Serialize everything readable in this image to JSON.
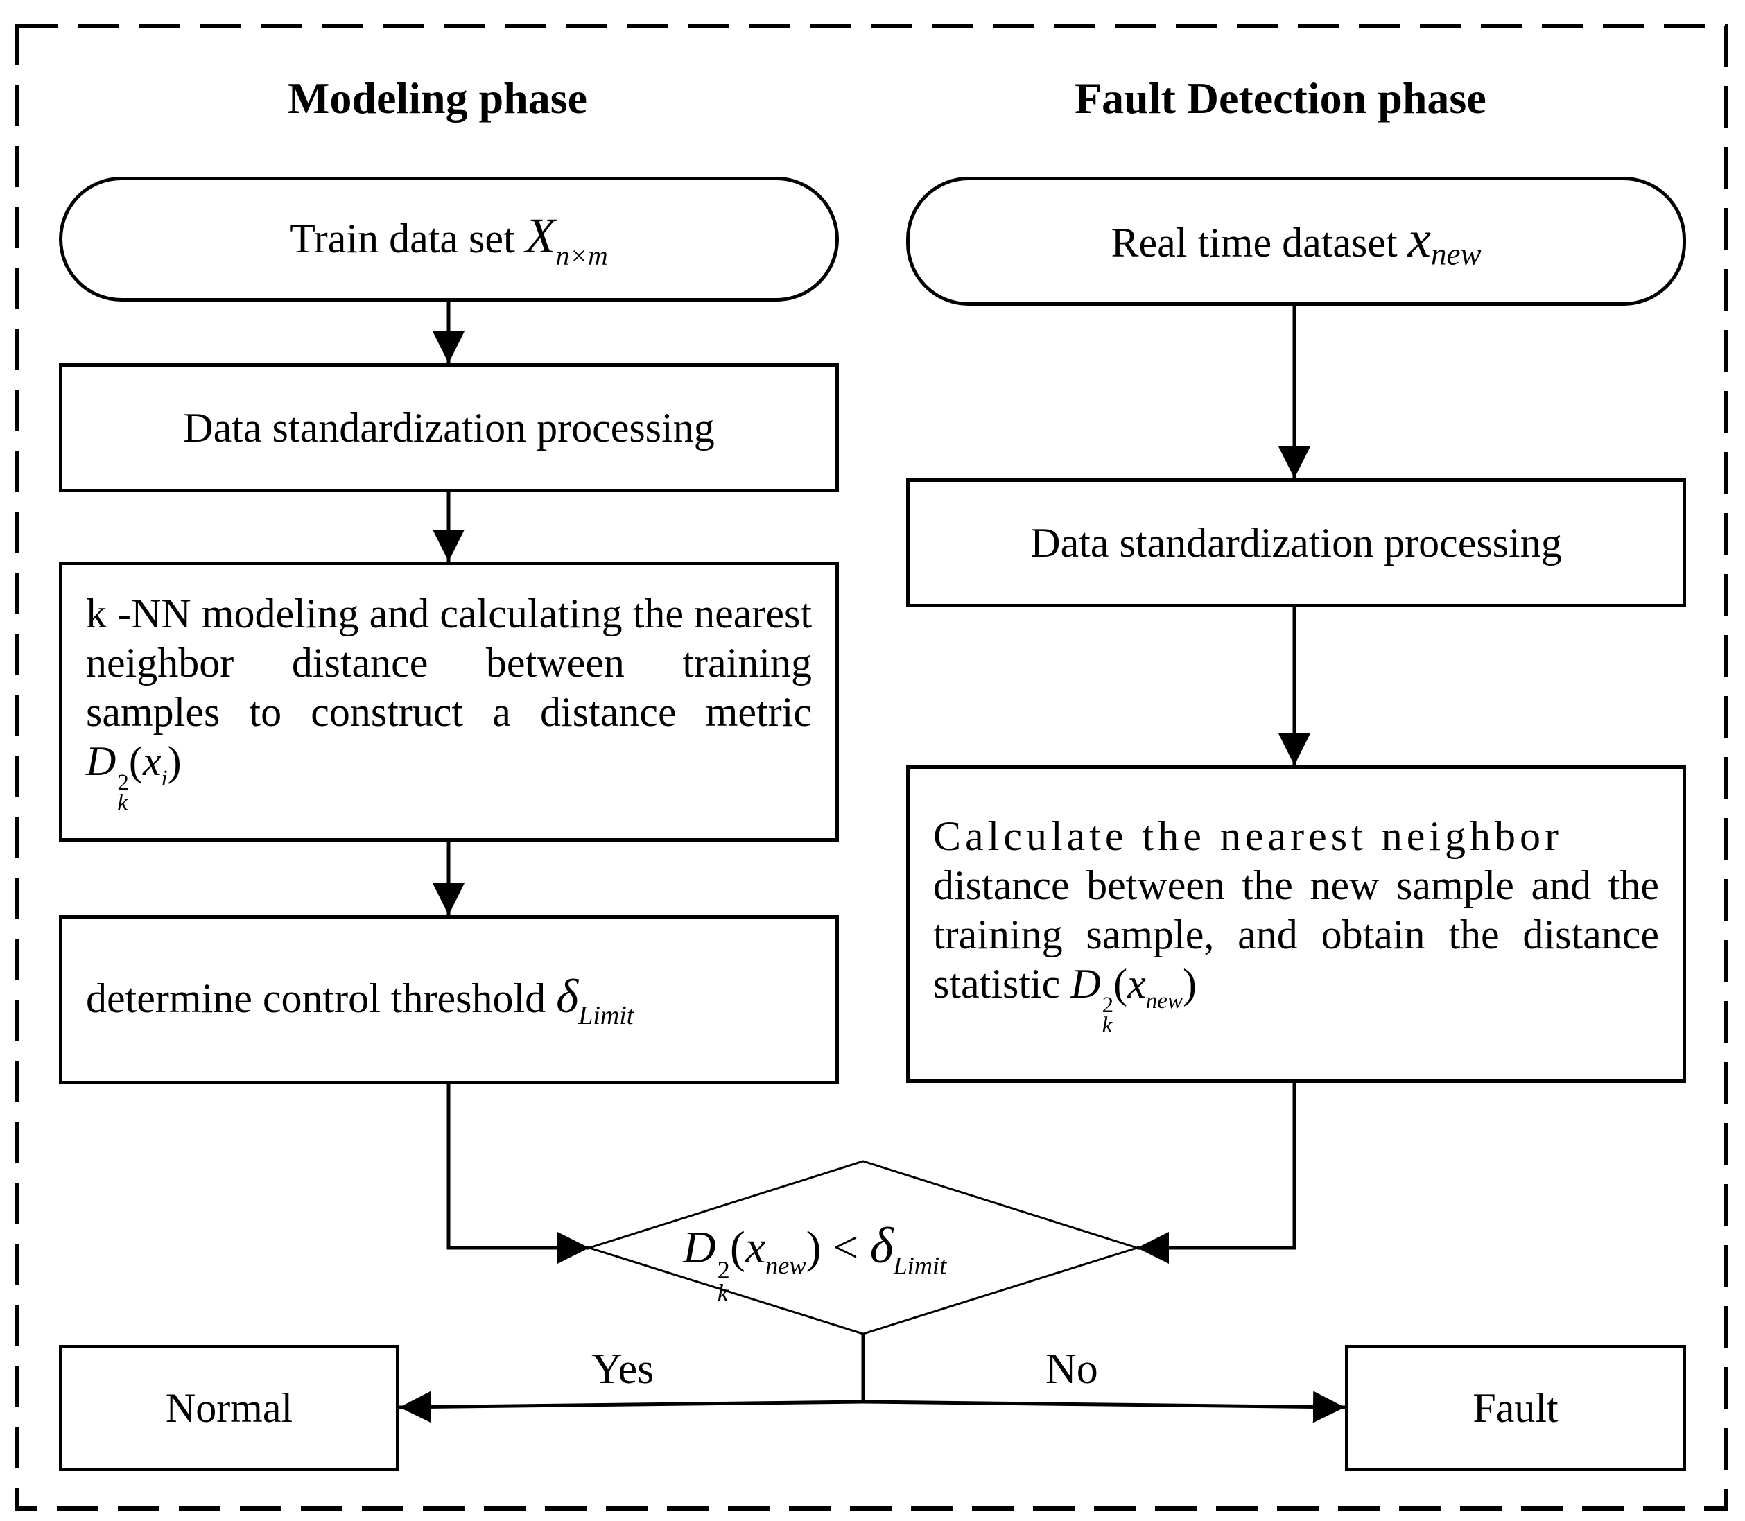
{
  "phases": {
    "modeling": "Modeling phase",
    "detection": "Fault Detection phase"
  },
  "modeling": {
    "train_data": {
      "text": "Train data set ",
      "var": "X",
      "sub": "n×m"
    },
    "standardize": "Data standardization processing",
    "knn": {
      "text": "k -NN modeling and calculating the nearest neighbor distance between training samples to construct a distance metric ",
      "var": "D",
      "sup": "2",
      "sub": "k",
      "arg_var": "x",
      "arg_sub": "i"
    },
    "threshold": {
      "text": "determine  control threshold ",
      "var": "δ",
      "sub": "Limit"
    }
  },
  "detection": {
    "realtime": {
      "text": "Real time dataset ",
      "var": "x",
      "sub": "new"
    },
    "standardize": "Data standardization processing",
    "calculate": {
      "line1": "Calculate the nearest neighbor",
      "line2": "distance between the new sample and the training sample, and obtain the distance statistic ",
      "var": "D",
      "sup": "2",
      "sub": "k",
      "arg_var": "x",
      "arg_sub": "new"
    }
  },
  "decision": {
    "var": "D",
    "sup": "2",
    "sub": "k",
    "arg_var": "x",
    "arg_sub": "new",
    "op": "<",
    "rhs_var": "δ",
    "rhs_sub": "Limit"
  },
  "branches": {
    "yes": "Yes",
    "no": "No"
  },
  "outcomes": {
    "normal": "Normal",
    "fault": "Fault"
  }
}
